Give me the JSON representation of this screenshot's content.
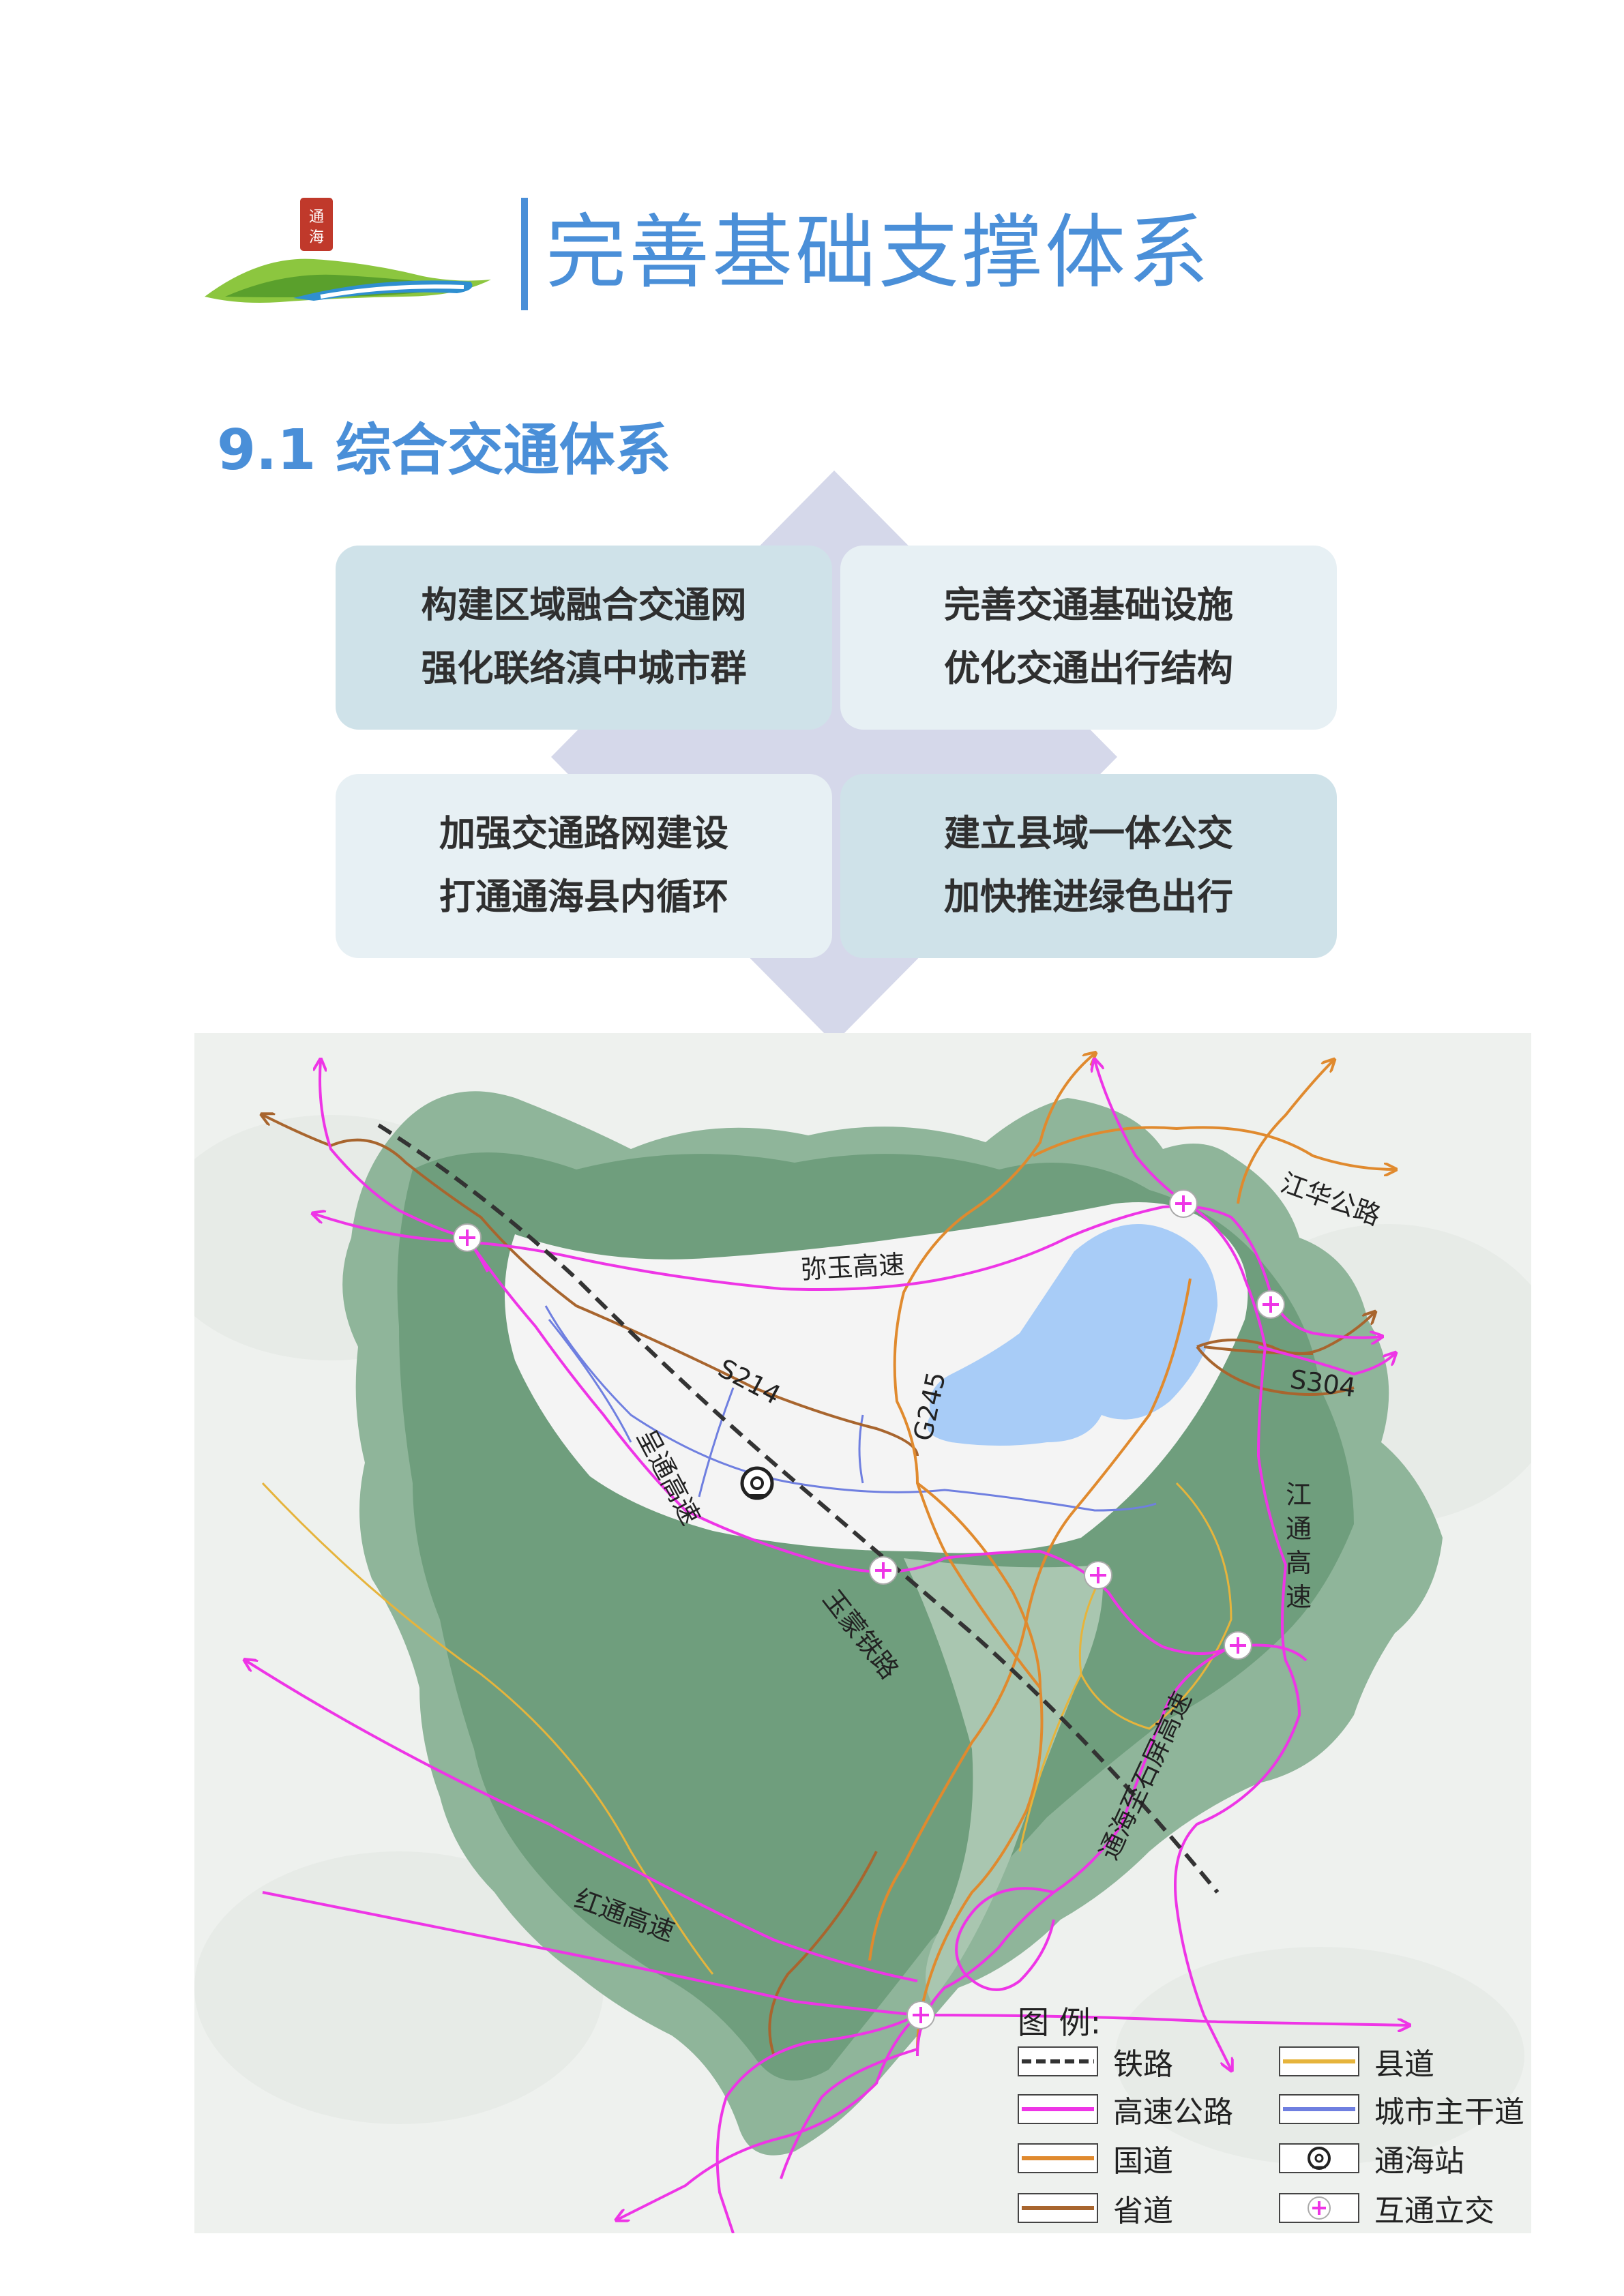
{
  "header": {
    "page_title": "完善基础支撑体系",
    "logo_text": "通海",
    "section_title": "9.1 综合交通体系"
  },
  "quadrants": [
    {
      "line1": "构建区域融合交通网",
      "line2": "强化联络滇中城市群"
    },
    {
      "line1": "完善交通基础设施",
      "line2": "优化交通出行结构"
    },
    {
      "line1": "加强交通路网建设",
      "line2": "打通通海县内循环"
    },
    {
      "line1": "建立县域一体公交",
      "line2": "加快推进绿色出行"
    }
  ],
  "map": {
    "labels": {
      "miyu": "弥玉高速",
      "jianghua": "江华公路",
      "s214": "S214",
      "g245": "G245",
      "s304": "S304",
      "chengtong": "呈通高速",
      "yumeng": "玉蒙铁路",
      "jiangtong_1": "江",
      "jiangtong_2": "通",
      "jiangtong_3": "高",
      "jiangtong_4": "速",
      "tongshi": "通海至石屏高速",
      "hongtong": "红通高速"
    },
    "colors": {
      "railway": "#333333",
      "expressway": "#ee35e6",
      "national_road": "#e08a2e",
      "provincial_road": "#a8652e",
      "county_road": "#e6b43c",
      "urban_arterial": "#6f7fe0",
      "lake": "#a8ccf7",
      "urban_area": "#f4f4f4"
    }
  },
  "legend": {
    "title": "图 例:",
    "items": [
      {
        "key": "railway",
        "label": "铁路"
      },
      {
        "key": "county_road",
        "label": "县道"
      },
      {
        "key": "expressway",
        "label": "高速公路"
      },
      {
        "key": "urban_arterial",
        "label": "城市主干道"
      },
      {
        "key": "national_road",
        "label": "国道"
      },
      {
        "key": "station",
        "label": "通海站",
        "icon": "station-icon"
      },
      {
        "key": "provincial_road",
        "label": "省道"
      },
      {
        "key": "interchange",
        "label": "互通立交",
        "icon": "interchange-icon"
      }
    ]
  }
}
